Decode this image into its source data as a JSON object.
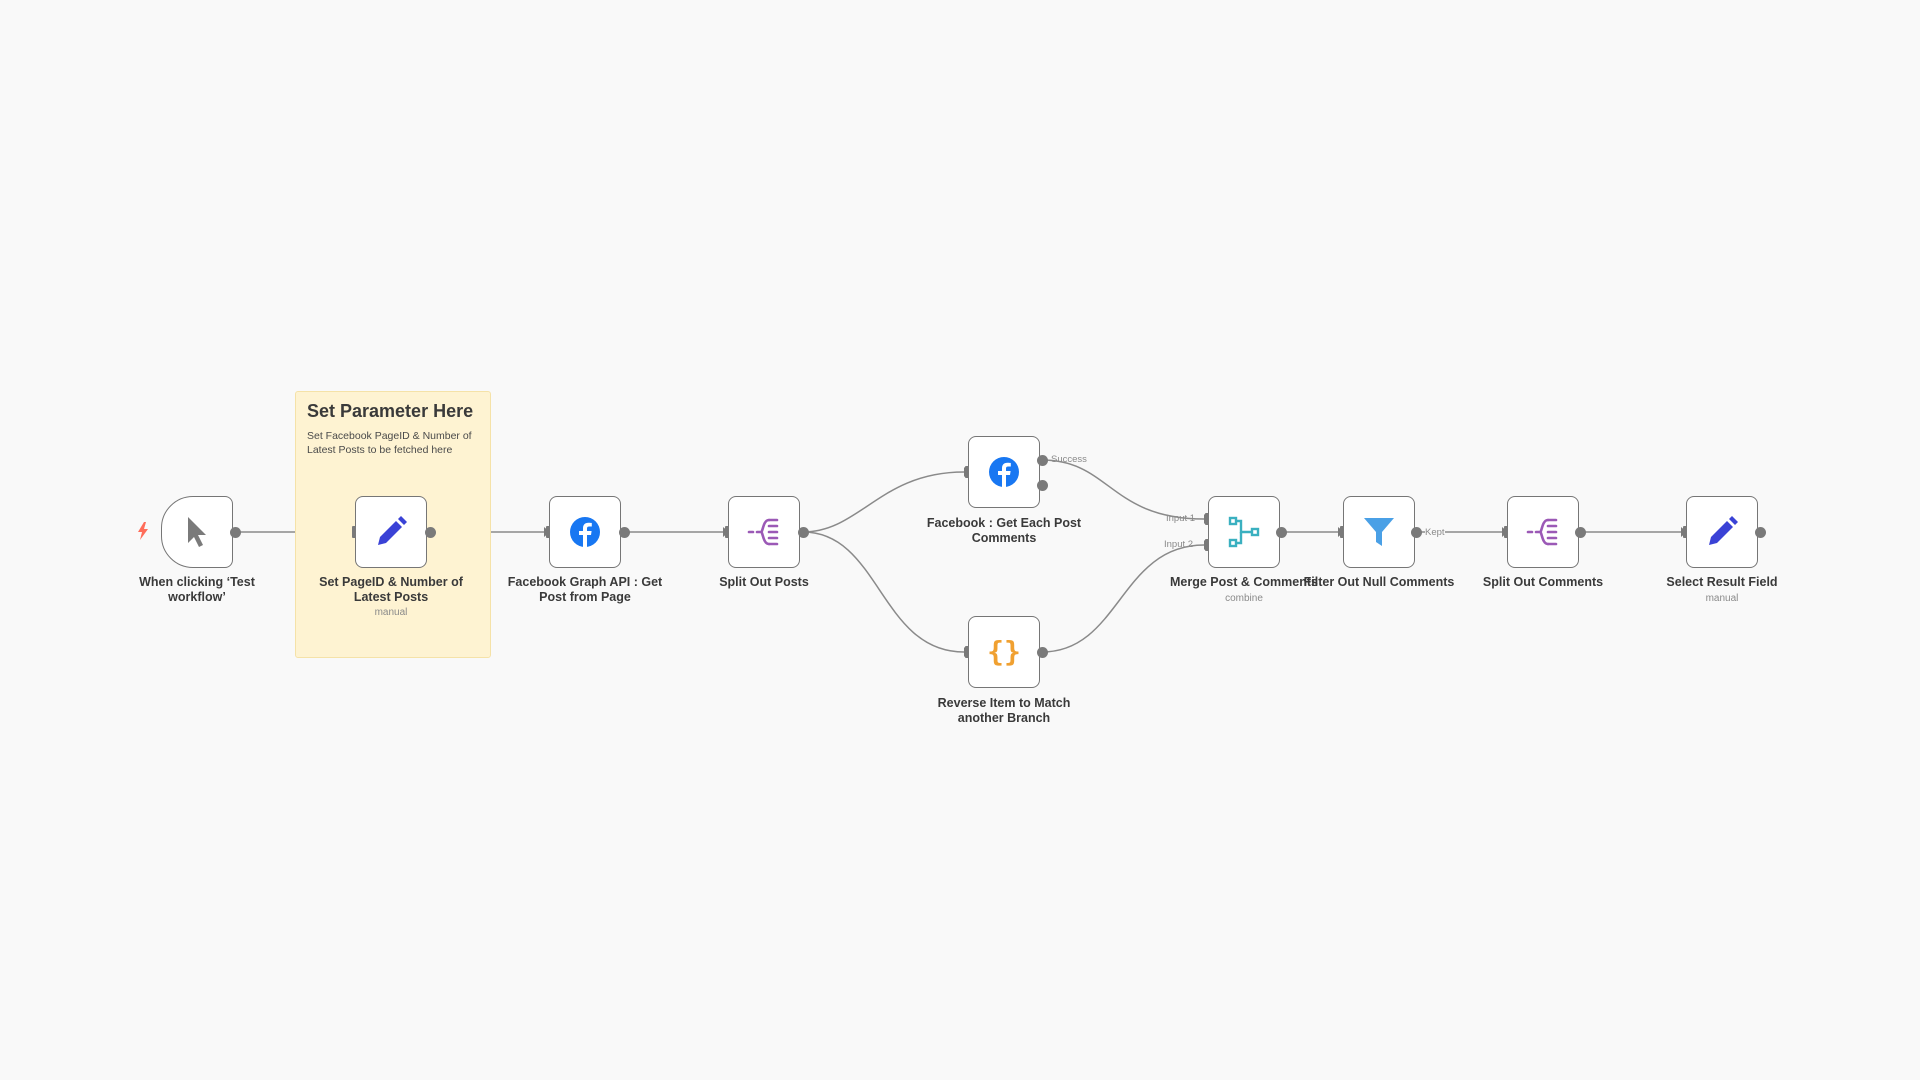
{
  "sticky": {
    "title": "Set Parameter Here",
    "body": "Set Facebook PageID & Number of Latest Posts to be fetched here"
  },
  "nodes": {
    "trigger": {
      "label": "When clicking ‘Test workflow’",
      "icon": "cursor-icon"
    },
    "set_page": {
      "label": "Set PageID & Number of Latest Posts",
      "sub": "manual",
      "icon": "pencil-icon"
    },
    "fb_graph": {
      "label": "Facebook Graph API : Get Post from Page",
      "icon": "facebook-icon"
    },
    "split_posts": {
      "label": "Split Out Posts",
      "icon": "split-out-icon"
    },
    "fb_comments": {
      "label": "Facebook : Get Each Post Comments",
      "icon": "facebook-icon"
    },
    "reverse": {
      "label": "Reverse Item to Match another Branch",
      "icon": "code-braces-icon"
    },
    "merge": {
      "label": "Merge Post & Comments",
      "sub": "combine",
      "icon": "merge-icon"
    },
    "filter": {
      "label": "Filter Out Null Comments",
      "icon": "filter-icon"
    },
    "split_comments": {
      "label": "Split Out Comments",
      "icon": "split-out-icon"
    },
    "select": {
      "label": "Select Result Field",
      "sub": "manual",
      "icon": "pencil-icon"
    }
  },
  "ports": {
    "success": "Success",
    "input1": "Input 1",
    "input2": "Input 2",
    "kept": "Kept"
  },
  "colors": {
    "background": "#f9f9f9",
    "sticky": "#fef3d2",
    "trigger_bolt": "#ff6d5a",
    "pencil": "#3a42d6",
    "facebook": "#1877f2",
    "split": "#9b59b6",
    "code": "#f0a030",
    "merge": "#3ab0c0",
    "filter": "#4aa0e6",
    "edge": "#8a8a8a"
  }
}
